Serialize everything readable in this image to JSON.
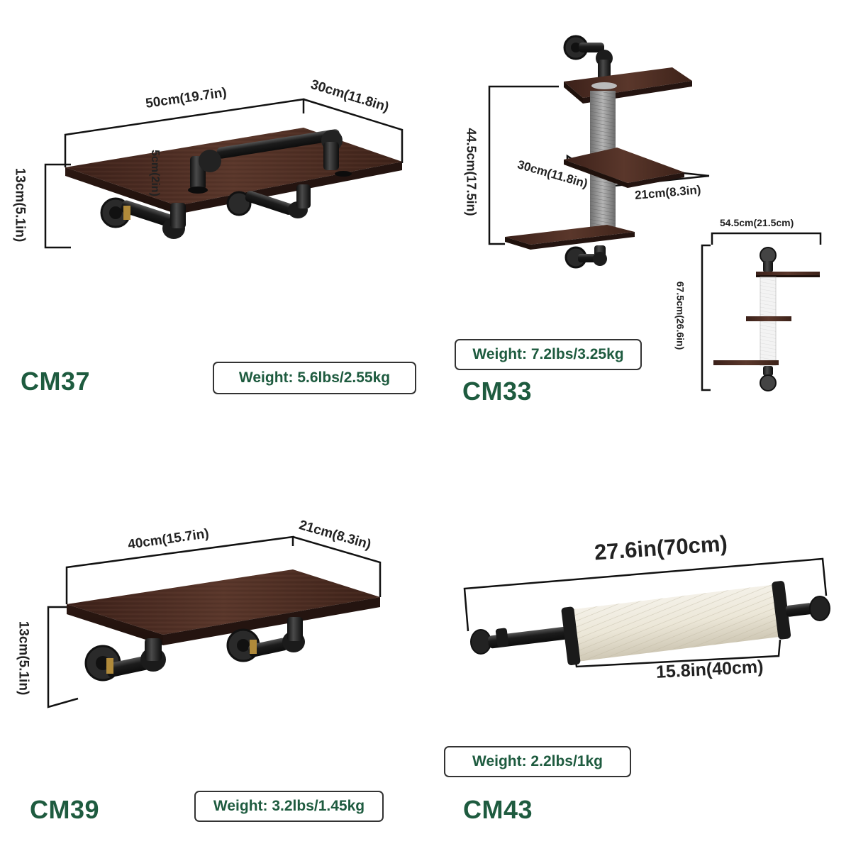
{
  "colors": {
    "accent": "#1e5b3f",
    "wood": "#4a2c22",
    "pipe": "#1a1a1a",
    "rope": "#ede9df",
    "sisal_grey": "#8a8a8a"
  },
  "products": {
    "cm37": {
      "model": "CM37",
      "weight": "Weight: 5.6lbs/2.55kg",
      "dims": {
        "length": "50cm(19.7in)",
        "depth": "30cm(11.8in)",
        "height": "13cm(5.1in)",
        "rail": "5cm(2in)"
      }
    },
    "cm33": {
      "model": "CM33",
      "weight": "Weight: 7.2lbs/3.25kg",
      "dims": {
        "height": "44.5cm(17.5in)",
        "shelf_length": "30cm(11.8in)",
        "shelf_depth": "21cm(8.3in)",
        "total_width": "54.5cm(21.5cm)",
        "total_height": "67.5cm(26.6in)"
      }
    },
    "cm39": {
      "model": "CM39",
      "weight": "Weight: 3.2lbs/1.45kg",
      "dims": {
        "length": "40cm(15.7in)",
        "depth": "21cm(8.3in)",
        "height": "13cm(5.1in)"
      }
    },
    "cm43": {
      "model": "CM43",
      "weight": "Weight: 2.2lbs/1kg",
      "dims": {
        "total_length": "27.6in(70cm)",
        "rope_length": "15.8in(40cm)"
      }
    }
  }
}
